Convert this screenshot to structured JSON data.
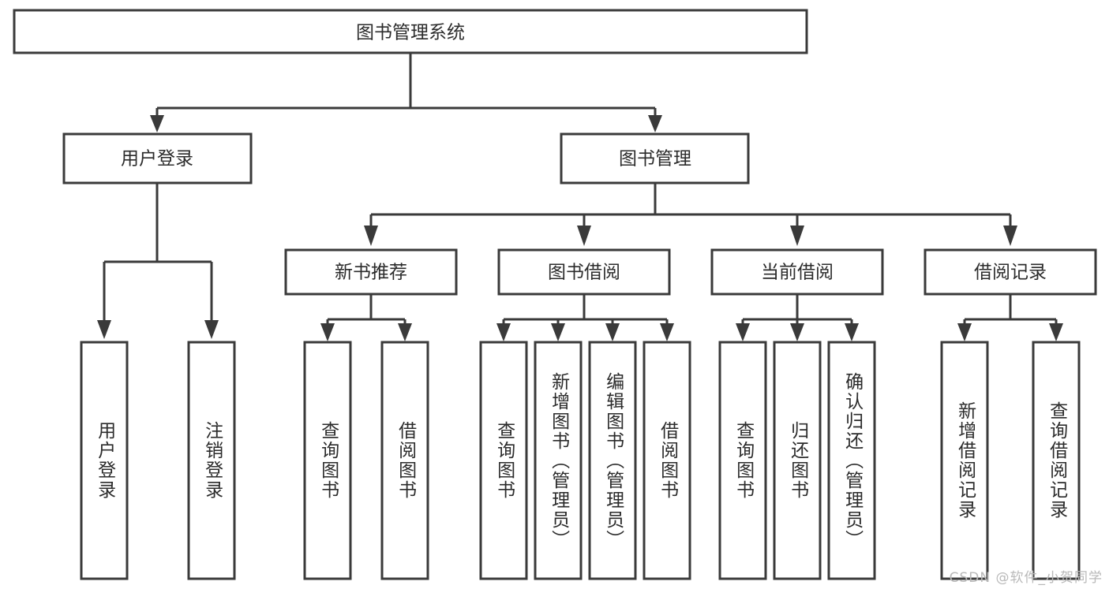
{
  "diagram": {
    "type": "tree",
    "title": "图书管理系统",
    "watermark": "CSDN @软件_小贺同学",
    "colors": {
      "stroke": "#3a3a3a",
      "fill": "#ffffff",
      "text": "#2b2b2b",
      "watermark": "#b9b9b9",
      "background": "#ffffff"
    },
    "levels": {
      "root": {
        "label": "图书管理系统"
      },
      "level2": [
        {
          "label": "用户登录"
        },
        {
          "label": "图书管理"
        }
      ],
      "level3": [
        {
          "label": "新书推荐"
        },
        {
          "label": "图书借阅"
        },
        {
          "label": "当前借阅"
        },
        {
          "label": "借阅记录"
        }
      ],
      "leaves": {
        "user_login": [
          {
            "label": "用户登录"
          },
          {
            "label": "注销登录"
          }
        ],
        "new_book_recommend": [
          {
            "label": "查询图书"
          },
          {
            "label": "借阅图书"
          }
        ],
        "book_borrow": [
          {
            "label": "查询图书"
          },
          {
            "label": "新增图书（管理员）"
          },
          {
            "label": "编辑图书（管理员）"
          },
          {
            "label": "借阅图书"
          }
        ],
        "current_borrow": [
          {
            "label": "查询图书"
          },
          {
            "label": "归还图书"
          },
          {
            "label": "确认归还（管理员）"
          }
        ],
        "borrow_record": [
          {
            "label": "新增借阅记录"
          },
          {
            "label": "查询借阅记录"
          }
        ]
      }
    }
  }
}
